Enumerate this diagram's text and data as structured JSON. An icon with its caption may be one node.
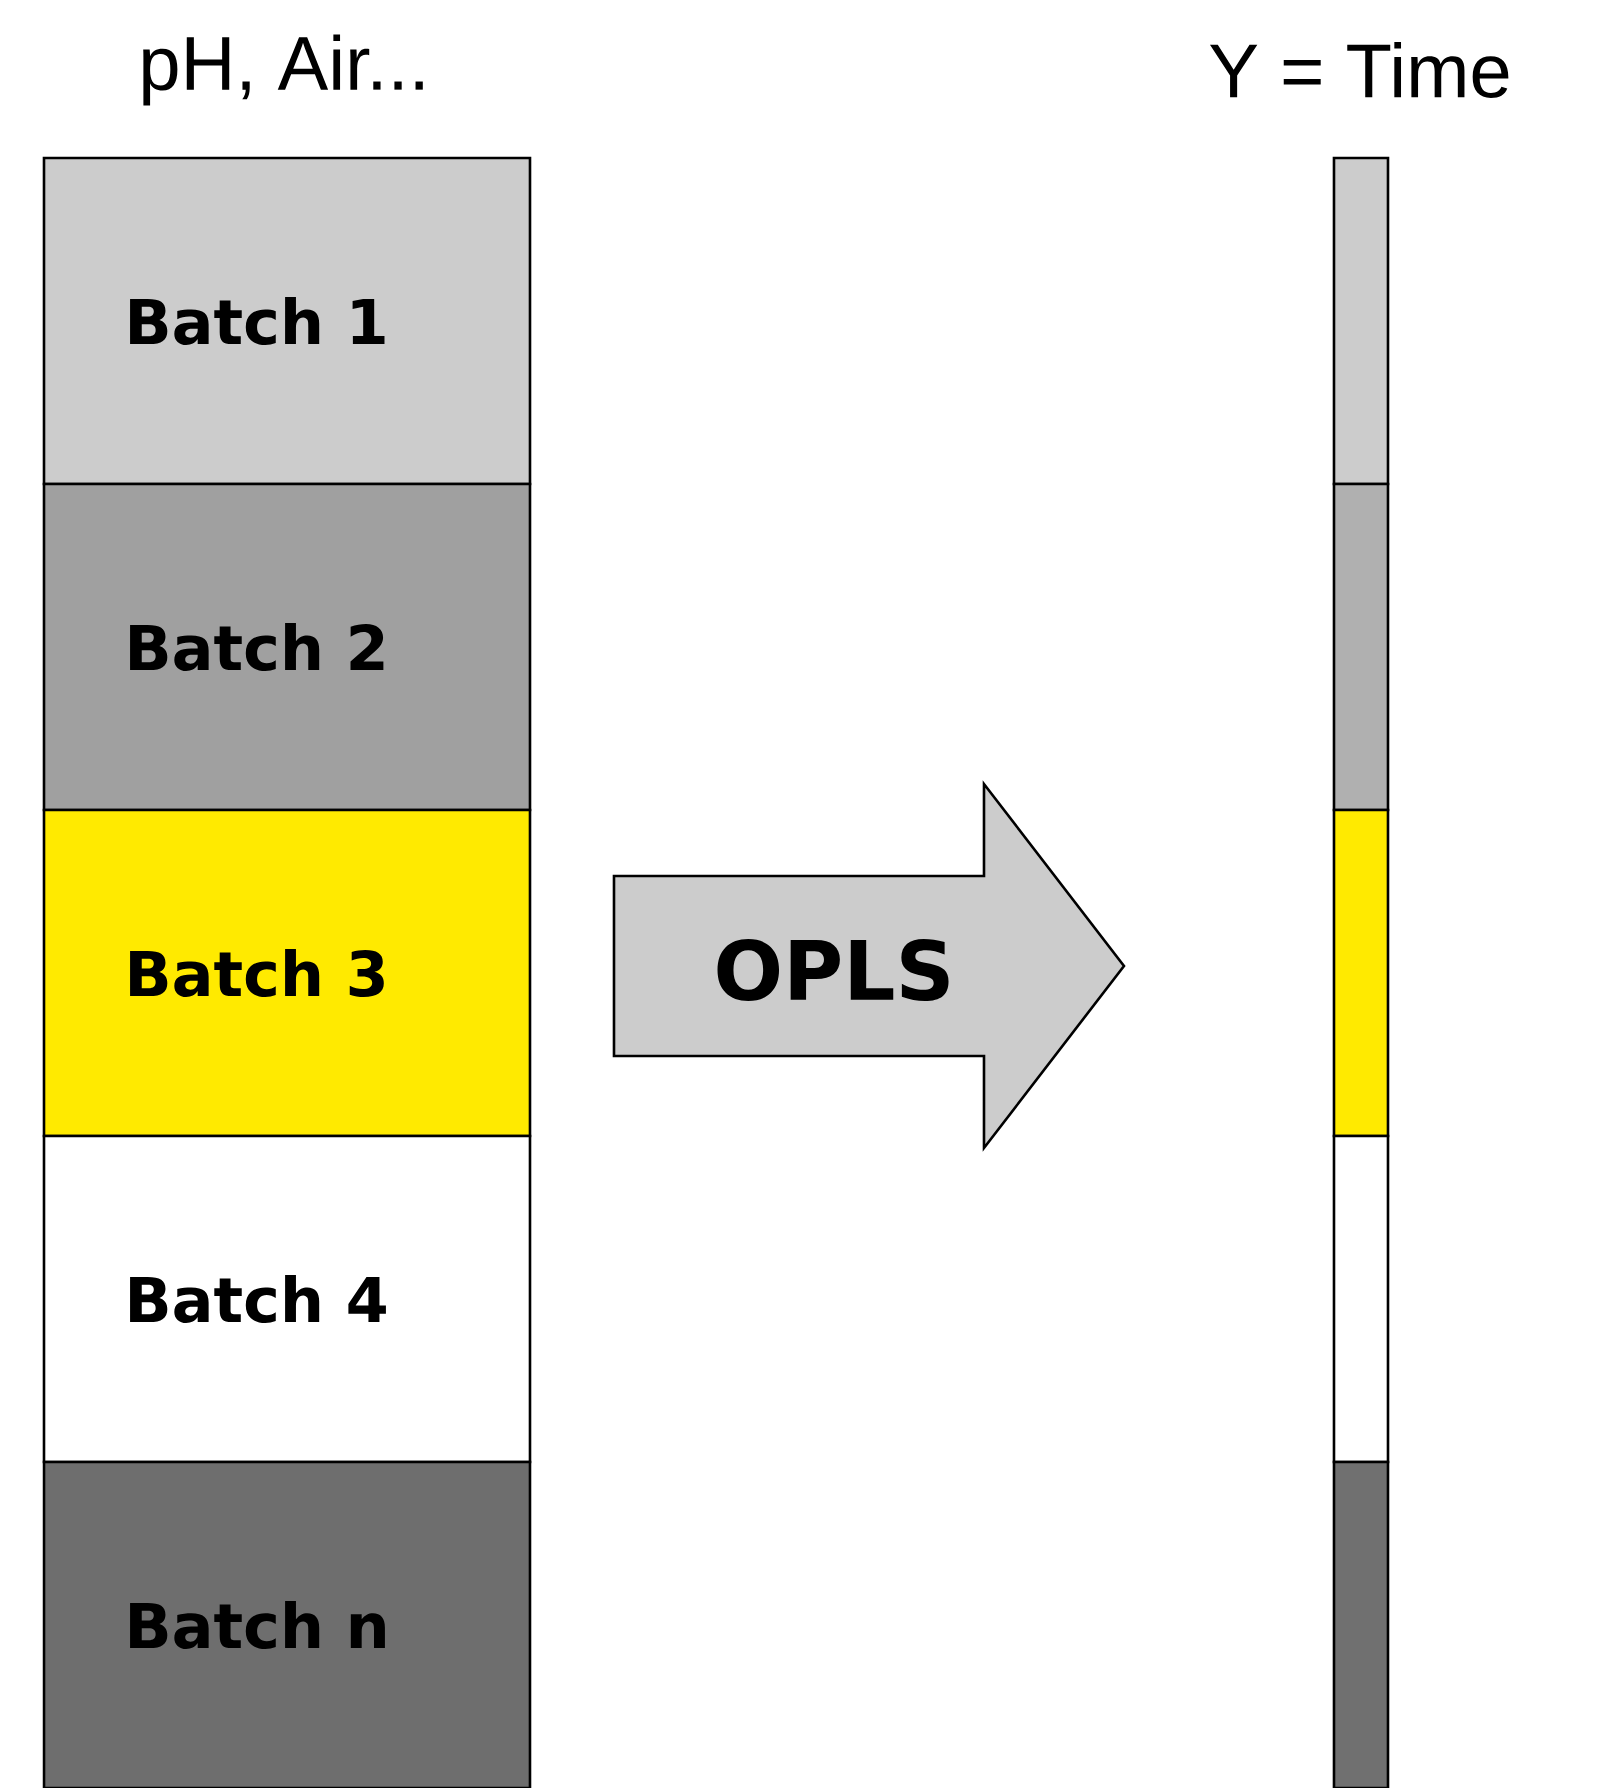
{
  "diagram": {
    "nodes": [
      {
        "text": [
          "Batch 1"
        ]
      },
      {
        "text": [
          "Batch 2"
        ]
      },
      {
        "text": [
          "Batch 3"
        ]
      },
      {
        "text": [
          "Batch 4"
        ]
      },
      {
        "text": [
          "Batch n"
        ]
      },
      {
        "text": [
          "OPLS"
        ]
      },
      {
        "text": [],
        "shape": "bar"
      },
      {
        "text": [],
        "shape": "bar"
      },
      {
        "text": [],
        "shape": "bar"
      },
      {
        "text": [],
        "shape": "bar"
      },
      {
        "text": [],
        "shape": "bar"
      }
    ],
    "labels": [
      "pH, Air...",
      "Y = Time"
    ]
  }
}
